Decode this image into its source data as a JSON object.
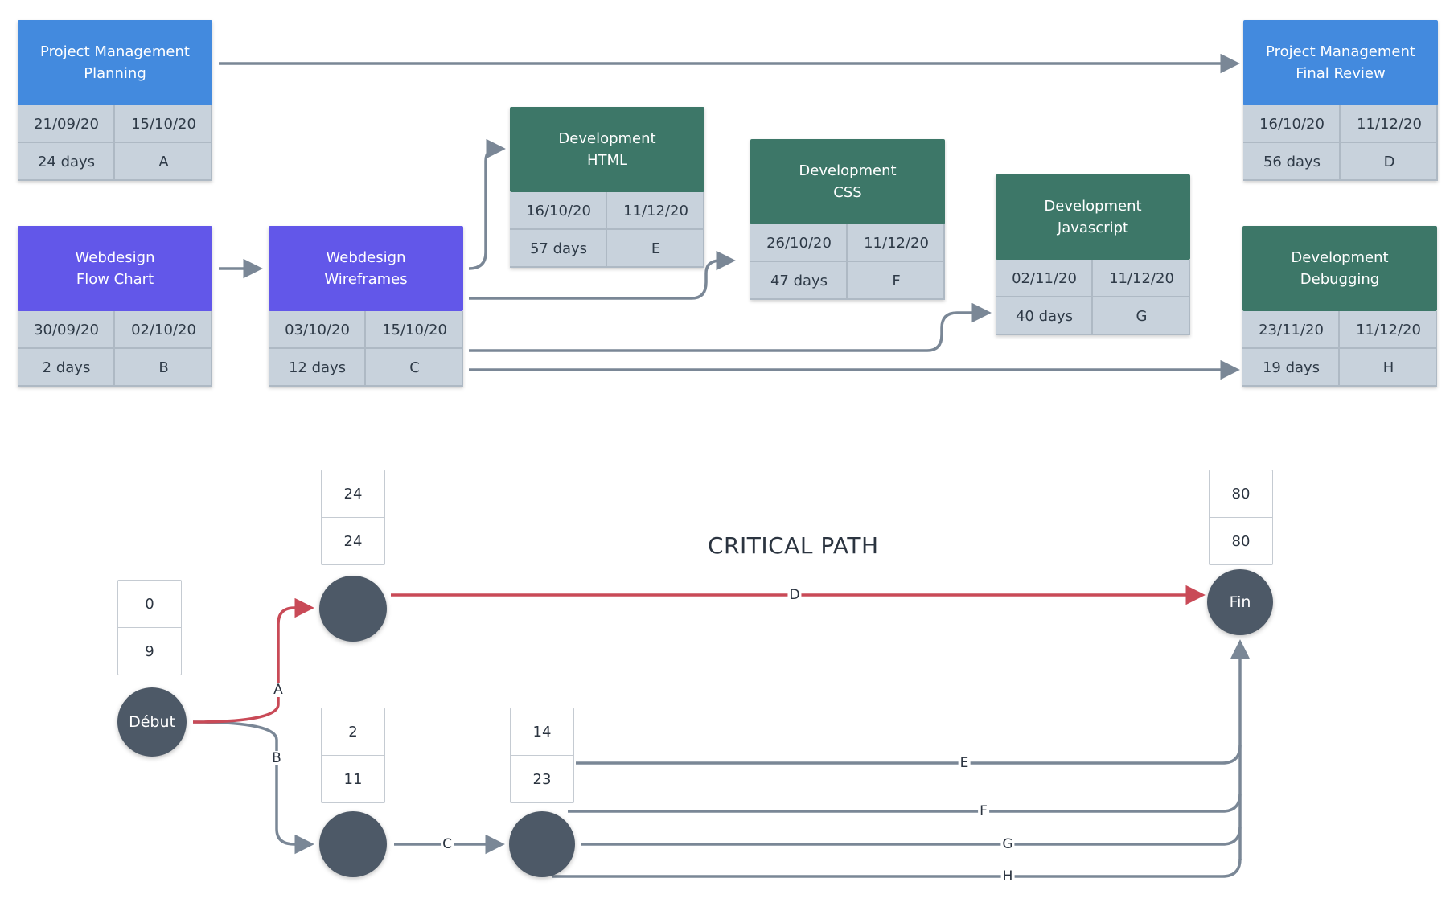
{
  "colors": {
    "management": "#438ade",
    "webdesign": "#6257e9",
    "development": "#3d7768",
    "cell": "#c8d2dc",
    "connector": "#7a8796",
    "critical": "#c94a57",
    "node": "#4d5967"
  },
  "tasks": {
    "A": {
      "title1": "Project Management",
      "title2": "Planning",
      "start": "21/09/20",
      "end": "15/10/20",
      "duration": "24 days",
      "id": "A"
    },
    "B": {
      "title1": "Webdesign",
      "title2": "Flow Chart",
      "start": "30/09/20",
      "end": "02/10/20",
      "duration": "2 days",
      "id": "B"
    },
    "C": {
      "title1": "Webdesign",
      "title2": "Wireframes",
      "start": "03/10/20",
      "end": "15/10/20",
      "duration": "12 days",
      "id": "C"
    },
    "E": {
      "title1": "Development",
      "title2": "HTML",
      "start": "16/10/20",
      "end": "11/12/20",
      "duration": "57 days",
      "id": "E"
    },
    "F": {
      "title1": "Development",
      "title2": "CSS",
      "start": "26/10/20",
      "end": "11/12/20",
      "duration": "47 days",
      "id": "F"
    },
    "G": {
      "title1": "Development",
      "title2": "Javascript",
      "start": "02/11/20",
      "end": "11/12/20",
      "duration": "40 days",
      "id": "G"
    },
    "D": {
      "title1": "Project Management",
      "title2": "Final Review",
      "start": "16/10/20",
      "end": "11/12/20",
      "duration": "56 days",
      "id": "D"
    },
    "H": {
      "title1": "Development",
      "title2": "Debugging",
      "start": "23/11/20",
      "end": "11/12/20",
      "duration": "19 days",
      "id": "H"
    }
  },
  "network": {
    "title": "CRITICAL PATH",
    "start_node": "Début",
    "end_node": "Fin",
    "boxes": {
      "start": {
        "top": "0",
        "bottom": "9"
      },
      "n1": {
        "top": "24",
        "bottom": "24"
      },
      "n2": {
        "top": "2",
        "bottom": "11"
      },
      "n3": {
        "top": "14",
        "bottom": "23"
      },
      "end": {
        "top": "80",
        "bottom": "80"
      }
    },
    "edges": {
      "a": "A",
      "b": "B",
      "c": "C",
      "d": "D",
      "e": "E",
      "f": "F",
      "g": "G",
      "h": "H"
    }
  }
}
